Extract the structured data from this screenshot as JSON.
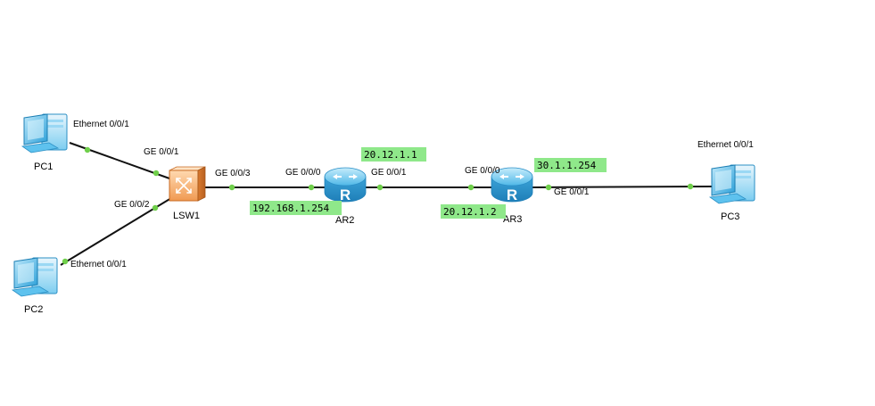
{
  "colors": {
    "link": "#111111",
    "port_dot": "#6fcf4a",
    "ip_bg": "#8fe88a",
    "pc_blue": "#3ab0e6",
    "switch_orange": "#f0a560",
    "router_blue": "#4fb8e8"
  },
  "devices": {
    "pc1": {
      "label": "PC1",
      "icon": "pc-icon"
    },
    "pc2": {
      "label": "PC2",
      "icon": "pc-icon"
    },
    "pc3": {
      "label": "PC3",
      "icon": "pc-icon"
    },
    "lsw1": {
      "label": "LSW1",
      "icon": "switch-icon"
    },
    "ar2": {
      "label": "AR2",
      "icon": "router-icon"
    },
    "ar3": {
      "label": "AR3",
      "icon": "router-icon"
    }
  },
  "ports": {
    "pc1_eth": "Ethernet 0/0/1",
    "lsw1_ge001": "GE 0/0/1",
    "lsw1_ge002": "GE 0/0/2",
    "pc2_eth": "Ethernet 0/0/1",
    "lsw1_ge003": "GE 0/0/3",
    "ar2_ge000": "GE 0/0/0",
    "ar2_ge001": "GE 0/0/1",
    "ar3_ge000": "GE 0/0/0",
    "ar3_ge001": "GE 0/0/1",
    "pc3_eth": "Ethernet 0/0/1"
  },
  "ip_addresses": {
    "ar2_ge000_ip": "192.168.1.254",
    "ar2_ge001_ip": "20.12.1.1",
    "ar3_ge000_ip": "20.12.1.2",
    "ar3_ge001_ip": "30.1.1.254"
  }
}
